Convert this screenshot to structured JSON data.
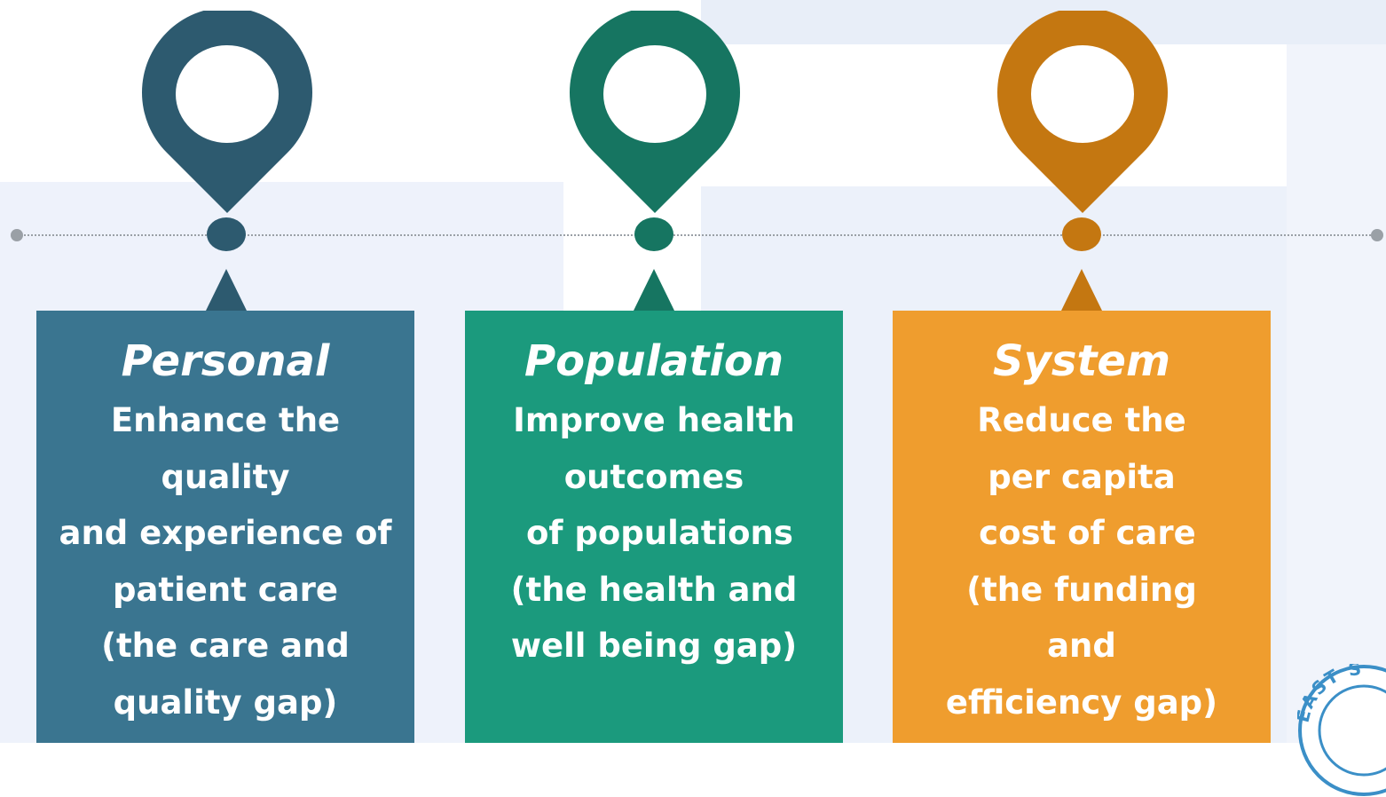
{
  "colors": {
    "personal_dark": "#2d5a6f",
    "personal_card": "#3a7590",
    "population_dark": "#167561",
    "population_card": "#1b9a7d",
    "system_dark": "#c47711",
    "system_card": "#ef9d2e",
    "timeline": "#9aa0a6"
  },
  "pillars": [
    {
      "title": "Personal",
      "icon": "map-pin-icon",
      "lines": [
        "Enhance the",
        "quality",
        "and experience of",
        "patient care",
        "(the care and",
        "quality gap)"
      ]
    },
    {
      "title": "Population",
      "icon": "map-pin-icon",
      "lines": [
        "Improve health",
        "outcomes",
        " of populations",
        "(the health and",
        "well being gap)"
      ]
    },
    {
      "title": "System",
      "icon": "map-pin-icon",
      "lines": [
        "Reduce the",
        "per capita",
        " cost of care",
        "(the funding",
        "and",
        "efficiency gap)"
      ]
    }
  ],
  "seal": {
    "text": "EAST S"
  }
}
